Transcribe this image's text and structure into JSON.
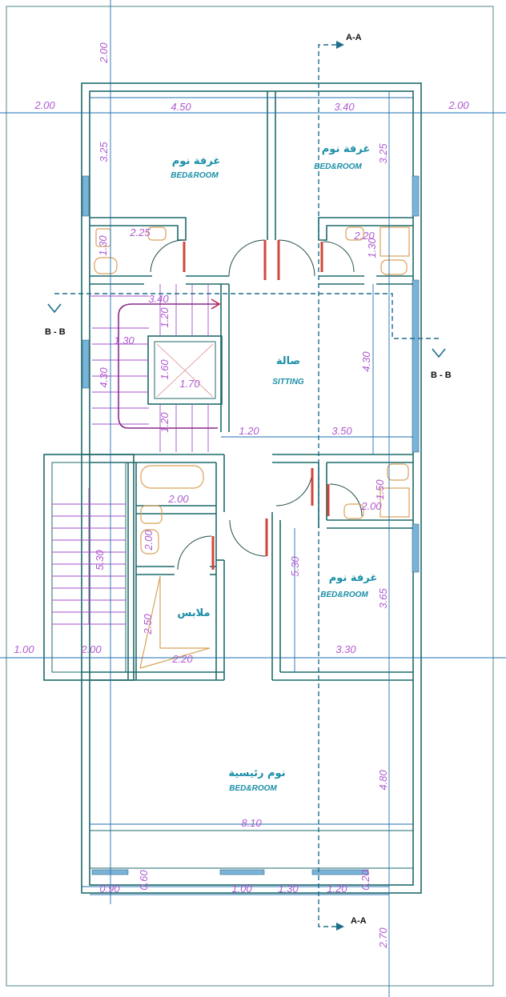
{
  "rooms": {
    "bedroom_left": {
      "ar": "غرفة نوم",
      "en": "BED&ROOM"
    },
    "bedroom_right": {
      "ar": "غرفة نوم",
      "en": "BED&ROOM"
    },
    "sitting": {
      "ar": "صالة",
      "en": "SITTING"
    },
    "bedroom_mid": {
      "ar": "غرفة نوم",
      "en": "BED&ROOM"
    },
    "dressing": {
      "ar": "ملابس"
    },
    "master": {
      "ar": "نوم رئيسية",
      "en": "BED&ROOM"
    }
  },
  "sections": {
    "aa_top": "A-A",
    "aa_bottom": "A-A",
    "bb_left": "B - B",
    "bb_right": "B - B"
  },
  "dimensions": {
    "top_2_00": "2.00",
    "left_2_00": "2.00",
    "right_2_00": "2.00",
    "bed1_w": "4.50",
    "bed2_w": "3.40",
    "bed1_h": "3.25",
    "bed2_h": "3.25",
    "bath1_w": "2.25",
    "bath1_h": "1.30",
    "bath2_w": "2.20",
    "bath2_h": "1.30",
    "stair_top": "3.40",
    "stair_v1": "1.20",
    "stair_w": "1.30",
    "elev_h": "1.60",
    "elev_w": "1.70",
    "stair_side": "4.30",
    "stair_v2": "1.20",
    "sit_h": "4.30",
    "sit_w1": "1.20",
    "sit_w2": "3.50",
    "bath3_w": "2.00",
    "bath3_h": "2.00",
    "bath4_h": "1.50",
    "bath4_w": "2.00",
    "stair2_h": "5.30",
    "stair2_w": "2.00",
    "dress_h": "2.50",
    "dress_w": "2.20",
    "bed3_side": "5.30",
    "bed3_h": "3.65",
    "bed3_w": "3.30",
    "left_1_00": "1.00",
    "master_h": "4.80",
    "master_w": "8.10",
    "b_0_90": "0.90",
    "b_0_60": "0.60",
    "b_1_00": "1.00",
    "b_1_30": "1.30",
    "b_1_20": "1.20",
    "b_0_20": "0.20",
    "b_2_70": "2.70"
  },
  "colors": {
    "wall": "#1f6a6a",
    "dimension_line": "#1f6fb2",
    "dimension_text": "#b05ad0",
    "room_label": "#1b8fa8",
    "fixture": "#d9a25a",
    "stair": "#a64fc9",
    "door_leaf": "#d2453a",
    "window": "#7ab3d8"
  }
}
